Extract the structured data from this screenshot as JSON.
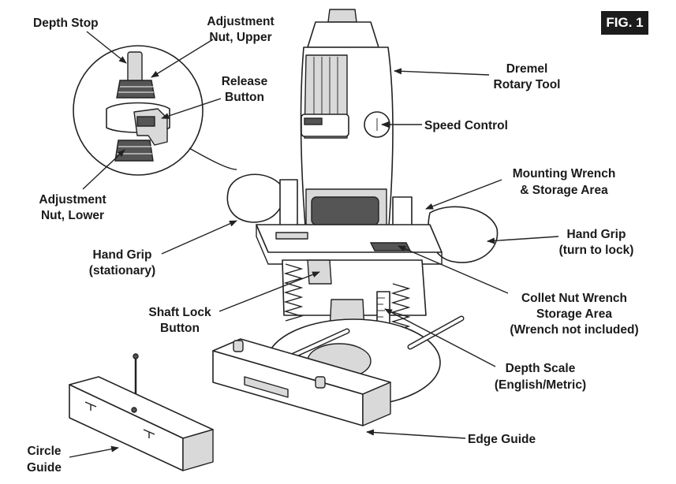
{
  "figure": {
    "badge": "FIG. 1"
  },
  "labels": {
    "depth_stop": "Depth Stop",
    "adjustment_nut_upper_1": "Adjustment",
    "adjustment_nut_upper_2": "Nut, Upper",
    "release_button_1": "Release",
    "release_button_2": "Button",
    "adjustment_nut_lower_1": "Adjustment",
    "adjustment_nut_lower_2": "Nut, Lower",
    "dremel_rotary_tool_1": "Dremel",
    "dremel_rotary_tool_2": "Rotary Tool",
    "speed_control": "Speed Control",
    "mounting_wrench_1": "Mounting Wrench",
    "mounting_wrench_2": "& Storage Area",
    "hand_grip_lock_1": "Hand Grip",
    "hand_grip_lock_2": "(turn to lock)",
    "hand_grip_stationary_1": "Hand Grip",
    "hand_grip_stationary_2": "(stationary)",
    "shaft_lock_button_1": "Shaft Lock",
    "shaft_lock_button_2": "Button",
    "collet_nut_wrench_1": "Collet Nut Wrench",
    "collet_nut_wrench_2": "Storage Area",
    "collet_nut_wrench_3": "(Wrench not included)",
    "depth_scale_1": "Depth Scale",
    "depth_scale_2": "(English/Metric)",
    "edge_guide": "Edge Guide",
    "circle_guide_1": "Circle",
    "circle_guide_2": "Guide"
  }
}
